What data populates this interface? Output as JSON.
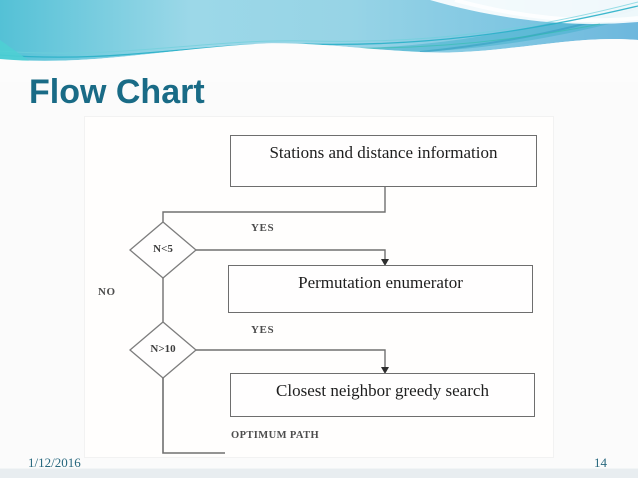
{
  "slide": {
    "title": "Flow Chart",
    "footer": {
      "date": "1/12/2016",
      "page_number": "14"
    }
  },
  "flowchart": {
    "boxes": {
      "stations": "Stations and distance information",
      "permutation": "Permutation enumerator",
      "closest": "Closest neighbor greedy search"
    },
    "decisions": {
      "first": "N<5",
      "second": "N>10"
    },
    "labels": {
      "yes_first": "YES",
      "yes_second": "YES",
      "no": "NO",
      "optimum_path": "OPTIMUM PATH"
    }
  },
  "colors": {
    "title_text": "#196b86",
    "footer_text": "#28687e",
    "header_blue_left": "#54c1d6",
    "header_blue_mid": "#9cd8e8",
    "header_blue_right": "#6db7dd",
    "accent_teal_line": "#29b0c8",
    "accent_green_line": "#2bbfa8",
    "flowchart_line": "#707070",
    "flowchart_text": "#1e1e1e"
  }
}
